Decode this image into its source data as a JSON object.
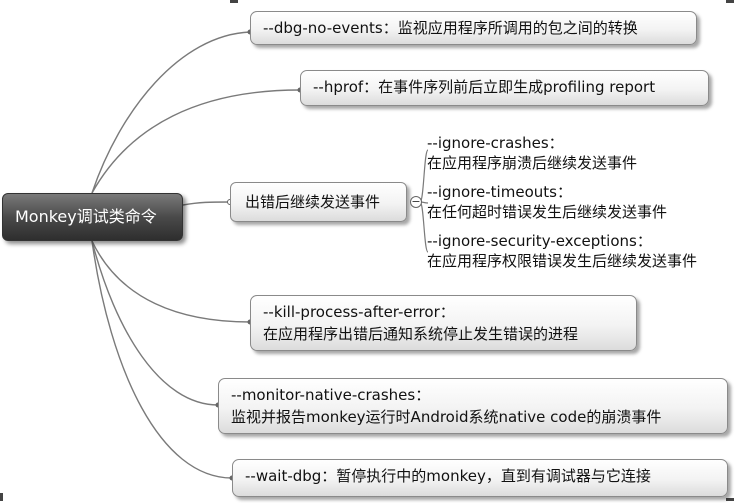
{
  "root": {
    "label": "Monkey调试类命令"
  },
  "branches": [
    {
      "text": "--dbg-no-events：监视应用程序所调用的包之间的转换"
    },
    {
      "text": "--hprof：在事件序列前后立即生成profiling report"
    },
    {
      "text": "出错后继续发送事件"
    },
    {
      "line1": "--kill-process-after-error：",
      "line2": "在应用程序出错后通知系统停止发生错误的进程"
    },
    {
      "line1": "--monitor-native-crashes：",
      "line2": "监视并报告monkey运行时Android系统native code的崩溃事件"
    },
    {
      "text": "--wait-dbg：暂停执行中的monkey，直到有调试器与它连接"
    }
  ],
  "sub_items": [
    {
      "option": "--ignore-crashes：",
      "desc": "在应用程序崩溃后继续发送事件"
    },
    {
      "option": "--ignore-timeouts：",
      "desc": "在任何超时错误发生后继续发送事件"
    },
    {
      "option": "--ignore-security-exceptions：",
      "desc": "在应用程序权限错误发生后继续发送事件"
    }
  ],
  "collapse_symbol": "−",
  "colors": {
    "root_fill": "#4a4a4a",
    "node_fill": "#f3f3f3",
    "border": "#8a8a8a",
    "link": "#7a7a7a"
  }
}
